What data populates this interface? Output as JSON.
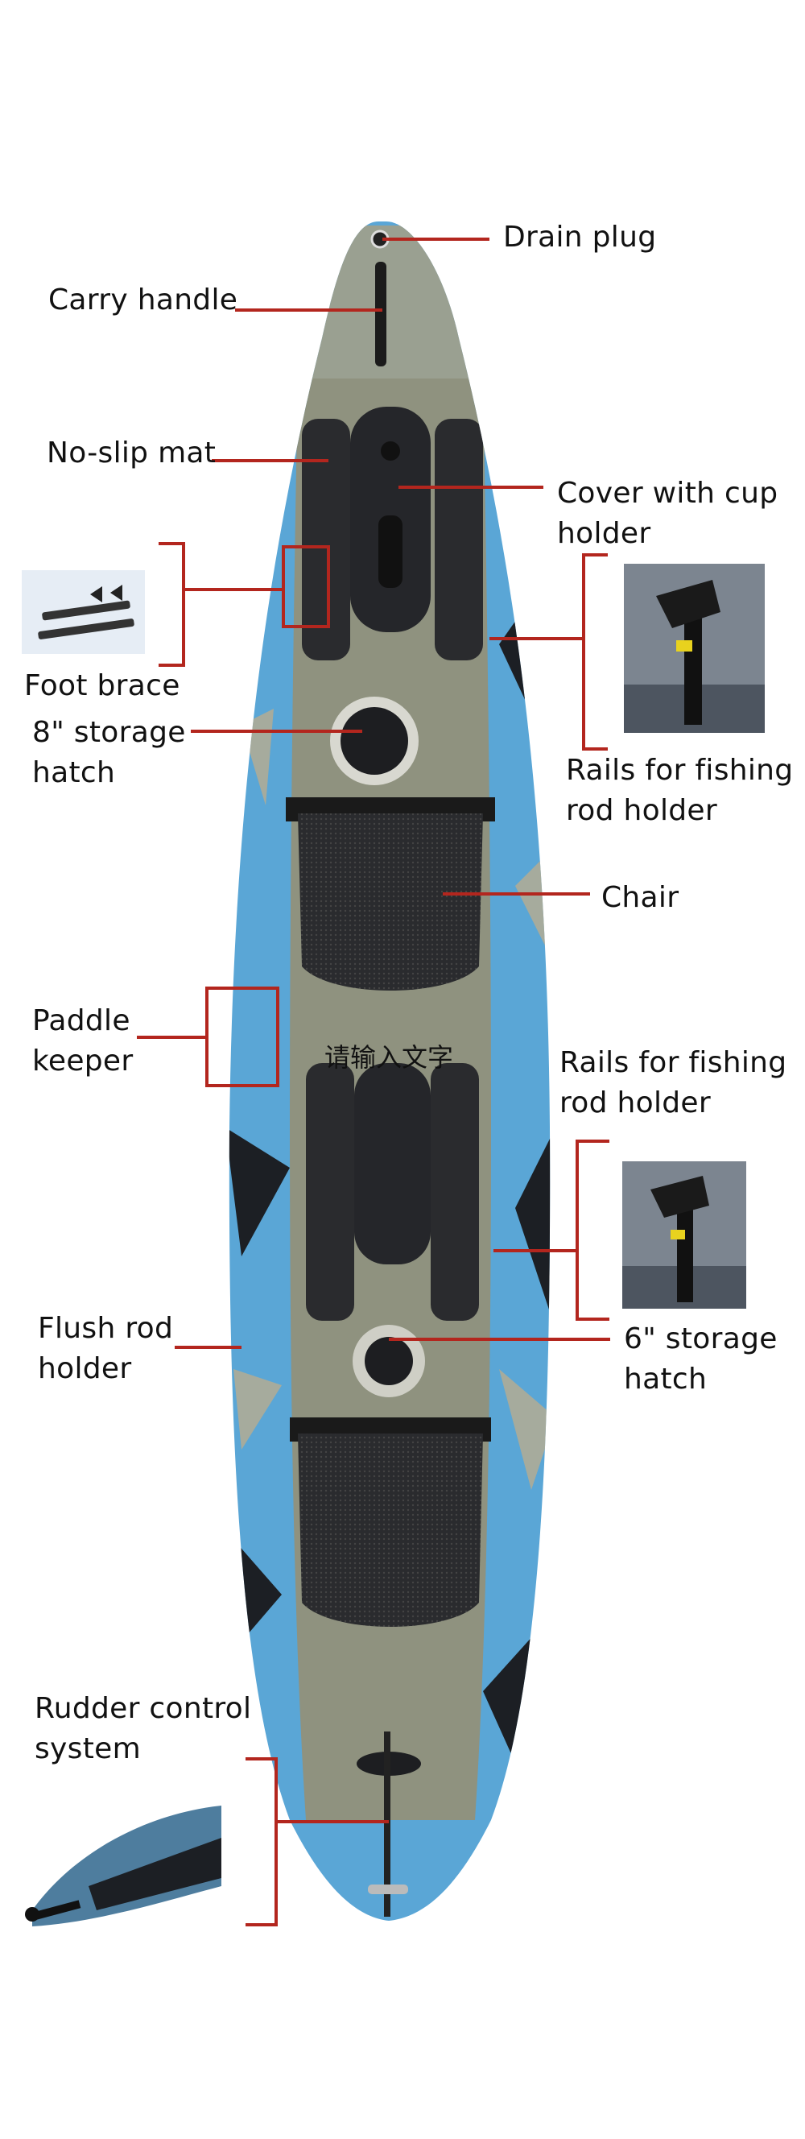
{
  "labels": {
    "drain_plug": "Drain plug",
    "carry_handle": "Carry handle",
    "no_slip_mat": "No-slip mat",
    "cover_cup_holder": [
      "Cover with cup",
      "holder"
    ],
    "foot_brace": "Foot brace",
    "storage_hatch_8": [
      "8\" storage",
      "hatch"
    ],
    "rails_1": [
      "Rails for fishing",
      "rod holder"
    ],
    "chair": "Chair",
    "paddle_keeper": [
      "Paddle",
      "keeper"
    ],
    "rails_2": [
      "Rails for fishing",
      "rod holder"
    ],
    "flush_rod_holder": [
      "Flush rod",
      "holder"
    ],
    "storage_hatch_6": [
      "6\" storage",
      "hatch"
    ],
    "rudder_control": [
      "Rudder control",
      "system"
    ]
  },
  "placeholder_text": "请输入文字",
  "colors": {
    "callout": "#b3261e",
    "hull_blue": "#5aa6d6",
    "hull_dark": "#1c1f24",
    "deck_tan": "#8f927f"
  }
}
